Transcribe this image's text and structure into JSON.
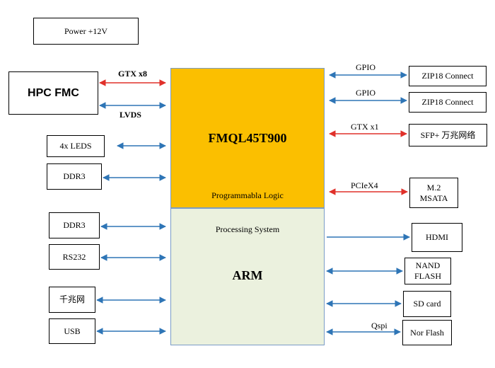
{
  "power": "Power +12V",
  "hpc": "HPC FMC",
  "gtx8": "GTX x8",
  "lvds": "LVDS",
  "leds": "4x  LEDS",
  "ddr3_a": "DDR3",
  "ddr3_b": "DDR3",
  "rs232": "RS232",
  "gbe": "千兆网",
  "usb": "USB",
  "pl": {
    "title": "FMQL45T900",
    "subtitle": "Programmabla Logic"
  },
  "ps": {
    "subtitle": "Processing System",
    "title": "ARM"
  },
  "gpio1": "GPIO",
  "zip1": "ZIP18 Connect",
  "gpio2": "GPIO",
  "zip2": "ZIP18 Connect",
  "gtx1": "GTX x1",
  "sfp": "SFP+ 万兆网络",
  "pcie": "PCIeX4",
  "m2_line1": "M.2",
  "m2_line2": "MSATA",
  "hdmi": "HDMI",
  "nand_line1": "NAND",
  "nand_line2": "FLASH",
  "sd": "SD card",
  "qspi": "Qspi",
  "nor": "Nor Flash",
  "colors": {
    "blue": "#2e75b6",
    "red": "#e0302a",
    "pl_fill": "#fbbf00",
    "ps_fill": "#ebf1de"
  }
}
